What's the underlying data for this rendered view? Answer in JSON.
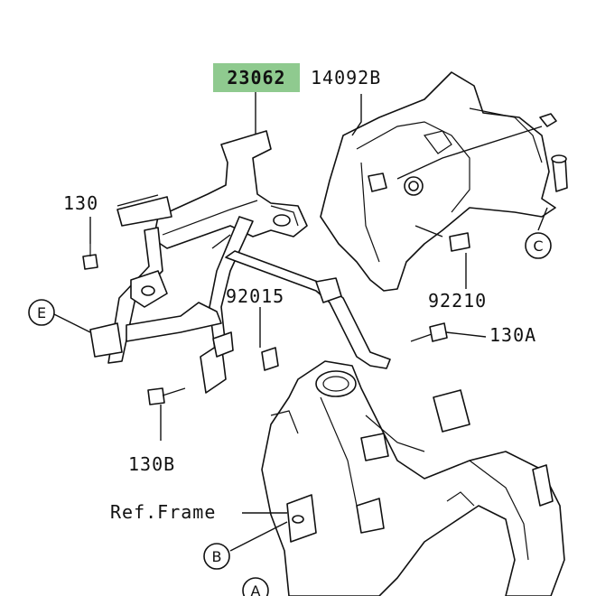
{
  "diagram": {
    "highlight_label": "23062",
    "highlight_color": "#8fca8f",
    "labels": {
      "p14092b": "14092B",
      "p130": "130",
      "p92015": "92015",
      "p92210": "92210",
      "p130a": "130A",
      "p130b": "130B",
      "ref_frame": "Ref.Frame"
    },
    "callouts": {
      "c": "C",
      "e": "E",
      "b": "B",
      "a": "A"
    }
  }
}
